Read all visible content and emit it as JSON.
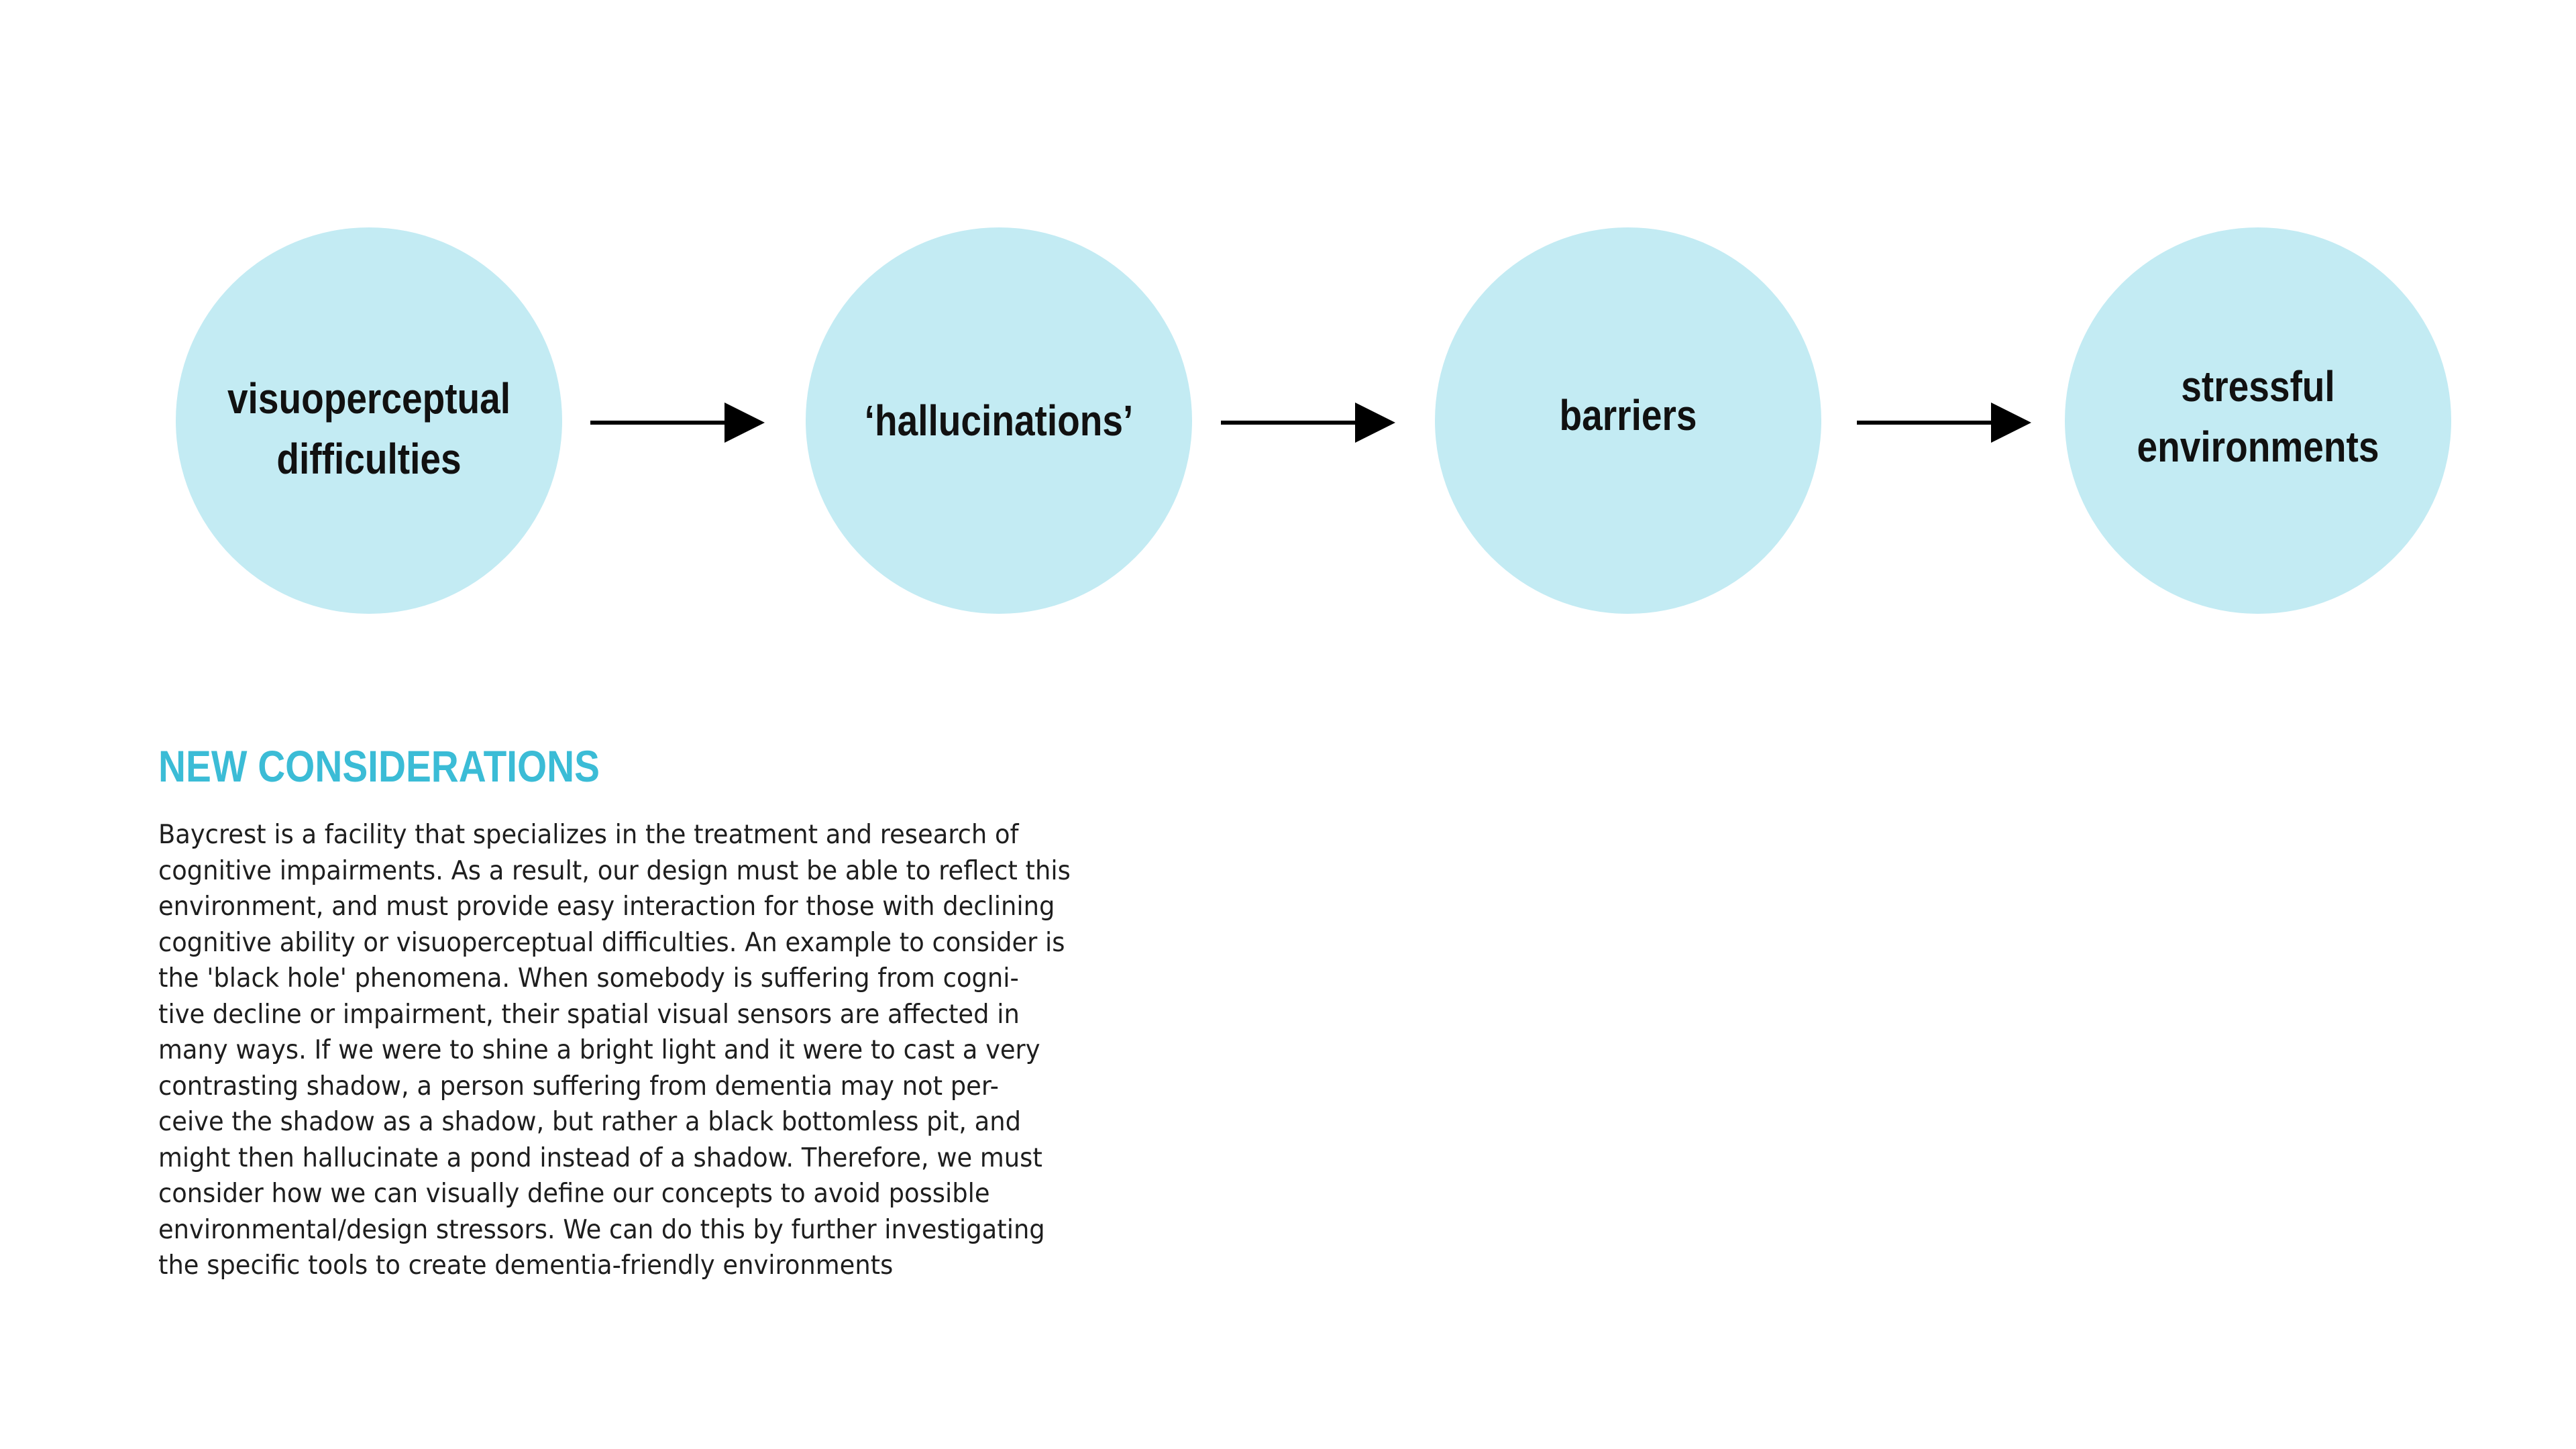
{
  "diagram": {
    "nodes": [
      {
        "label": "visuoperceptual\ndifficulties"
      },
      {
        "label": "‘hallucinations’"
      },
      {
        "label": "barriers"
      },
      {
        "label": "stressful\nenvironments"
      }
    ],
    "colors": {
      "node_fill": "#c3ebf3",
      "node_text": "#111111",
      "arrow": "#000000"
    }
  },
  "section": {
    "title": "NEW CONSIDERATIONS",
    "title_color": "#3bbcd6",
    "body": "Baycrest is a facility that specializes in the treatment and research of\ncognitive impairments. As a result, our design must be able to reflect this\nenvironment, and must provide easy interaction for those with declining\ncognitive ability or visuoperceptual difficulties. An example to consider is\nthe 'black hole' phenomena. When somebody is suffering from cogni-\ntive decline or impairment, their spatial visual sensors are affected in\nmany ways. If we were to shine a bright light and it were to cast a very\ncontrasting shadow, a person suffering from dementia may not per-\nceive the shadow as a shadow, but rather a black bottomless pit, and\nmight then hallucinate a pond instead of a shadow. Therefore, we must\nconsider how we can visually define our concepts to avoid possible\nenvironmental/design stressors. We can do this by further investigating\nthe specific tools to create dementia-friendly environments"
  }
}
